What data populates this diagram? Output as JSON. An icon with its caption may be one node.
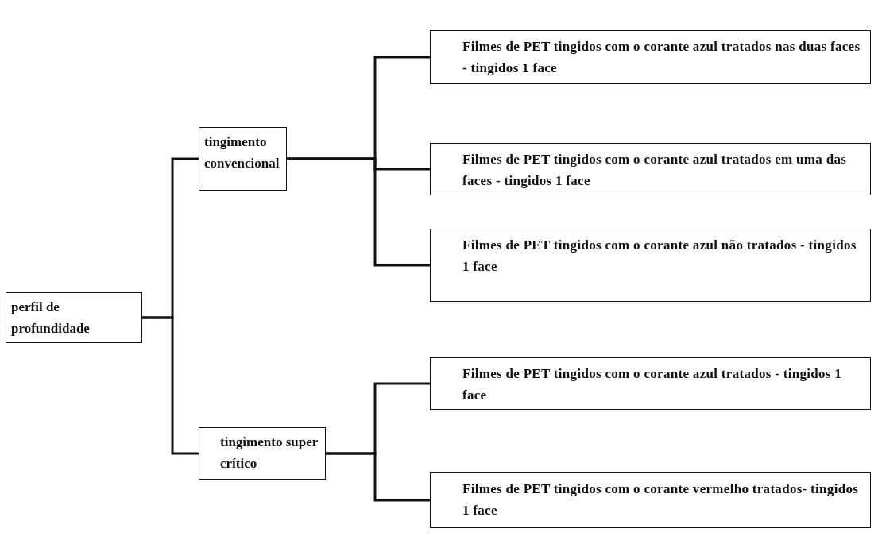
{
  "diagram": {
    "nodes": [
      {
        "text": [
          "perfil de profundidade"
        ]
      },
      {
        "text": [
          "tingimento convencional"
        ]
      },
      {
        "text": [
          "tingimento super crítico"
        ]
      },
      {
        "text": [
          "Filmes de PET tingidos com o corante azul tratados nas duas faces - tingidos 1 face"
        ]
      },
      {
        "text": [
          "Filmes de PET tingidos com o corante azul tratados em uma das faces - tingidos 1 face"
        ]
      },
      {
        "text": [
          "Filmes de PET tingidos com o corante azul não tratados - tingidos 1 face"
        ]
      },
      {
        "text": [
          "Filmes de PET tingidos com o corante azul tratados - tingidos 1 face"
        ]
      },
      {
        "text": [
          "Filmes de PET tingidos com o corante vermelho tratados- tingidos 1 face"
        ]
      }
    ],
    "edges": [
      {
        "from": 0,
        "to": 1,
        "arrow": "none"
      },
      {
        "from": 0,
        "to": 2,
        "arrow": "none"
      },
      {
        "from": 1,
        "to": 3,
        "arrow": "none"
      },
      {
        "from": 1,
        "to": 4,
        "arrow": "none"
      },
      {
        "from": 1,
        "to": 5,
        "arrow": "none"
      },
      {
        "from": 2,
        "to": 6,
        "arrow": "none"
      },
      {
        "from": 2,
        "to": 7,
        "arrow": "none"
      }
    ]
  }
}
